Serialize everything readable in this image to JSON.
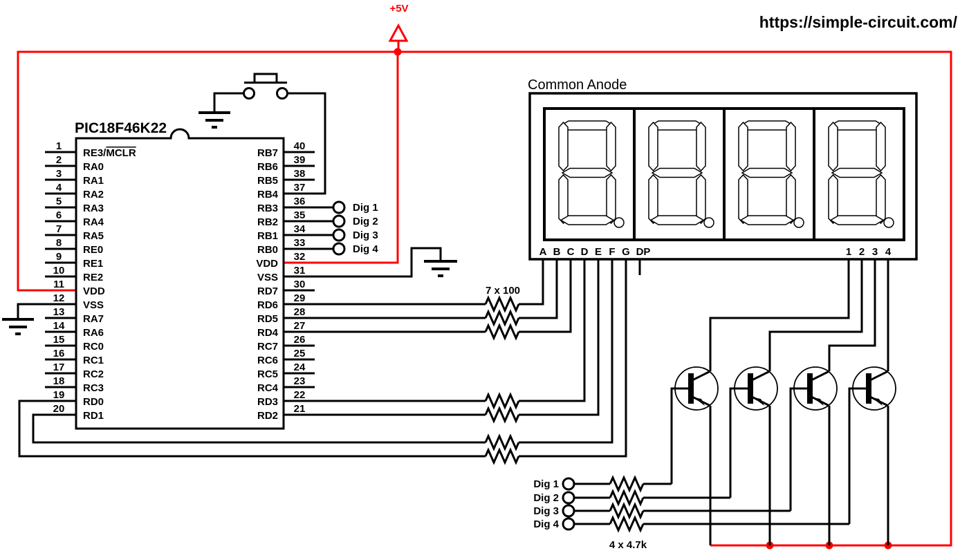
{
  "site": {
    "url": "https://simple-circuit.com/"
  },
  "power": {
    "label": "+5V",
    "wire_color": "#FF0000"
  },
  "ic": {
    "title": "PIC18F46K22",
    "left_pins": [
      {
        "num": "1",
        "label_pre": "RE3/",
        "label_ov": "MCLR"
      },
      {
        "num": "2",
        "label": "RA0"
      },
      {
        "num": "3",
        "label": "RA1"
      },
      {
        "num": "4",
        "label": "RA2"
      },
      {
        "num": "5",
        "label": "RA3"
      },
      {
        "num": "6",
        "label": "RA4"
      },
      {
        "num": "7",
        "label": "RA5"
      },
      {
        "num": "8",
        "label": "RE0"
      },
      {
        "num": "9",
        "label": "RE1"
      },
      {
        "num": "10",
        "label": "RE2"
      },
      {
        "num": "11",
        "label": "VDD",
        "color": "#FF0000"
      },
      {
        "num": "12",
        "label": "VSS"
      },
      {
        "num": "13",
        "label": "RA7"
      },
      {
        "num": "14",
        "label": "RA6"
      },
      {
        "num": "15",
        "label": "RC0"
      },
      {
        "num": "16",
        "label": "RC1"
      },
      {
        "num": "17",
        "label": "RC2"
      },
      {
        "num": "18",
        "label": "RC3"
      },
      {
        "num": "19",
        "label": "RD0"
      },
      {
        "num": "20",
        "label": "RD1"
      }
    ],
    "right_pins": [
      {
        "num": "40",
        "label": "RB7"
      },
      {
        "num": "39",
        "label": "RB6"
      },
      {
        "num": "38",
        "label": "RB5"
      },
      {
        "num": "37",
        "label": "RB4"
      },
      {
        "num": "36",
        "label": "RB3"
      },
      {
        "num": "35",
        "label": "RB2"
      },
      {
        "num": "34",
        "label": "RB1"
      },
      {
        "num": "33",
        "label": "RB0"
      },
      {
        "num": "32",
        "label": "VDD",
        "color": "#FF0000"
      },
      {
        "num": "31",
        "label": "VSS"
      },
      {
        "num": "30",
        "label": "RD7"
      },
      {
        "num": "29",
        "label": "RD6"
      },
      {
        "num": "28",
        "label": "RD5"
      },
      {
        "num": "27",
        "label": "RD4"
      },
      {
        "num": "26",
        "label": "RC7"
      },
      {
        "num": "25",
        "label": "RC6"
      },
      {
        "num": "24",
        "label": "RC5"
      },
      {
        "num": "23",
        "label": "RC4"
      },
      {
        "num": "22",
        "label": "RD3"
      },
      {
        "num": "21",
        "label": "RD2"
      }
    ]
  },
  "display": {
    "title": "Common Anode",
    "segment_labels": [
      "A",
      "B",
      "C",
      "D",
      "E",
      "F",
      "G",
      "DP"
    ],
    "digit_pin_labels": [
      "1",
      "2",
      "3",
      "4"
    ]
  },
  "resistors": {
    "segment_group": "7 x 100",
    "digit_group": "4 x 4.7k"
  },
  "digit_lines": [
    {
      "label": "Dig 1",
      "color": "#FF00FF"
    },
    {
      "label": "Dig 2",
      "color": "#0000FF"
    },
    {
      "label": "Dig 3",
      "color": "#800080"
    },
    {
      "label": "Dig 4",
      "color": "#008000"
    }
  ]
}
